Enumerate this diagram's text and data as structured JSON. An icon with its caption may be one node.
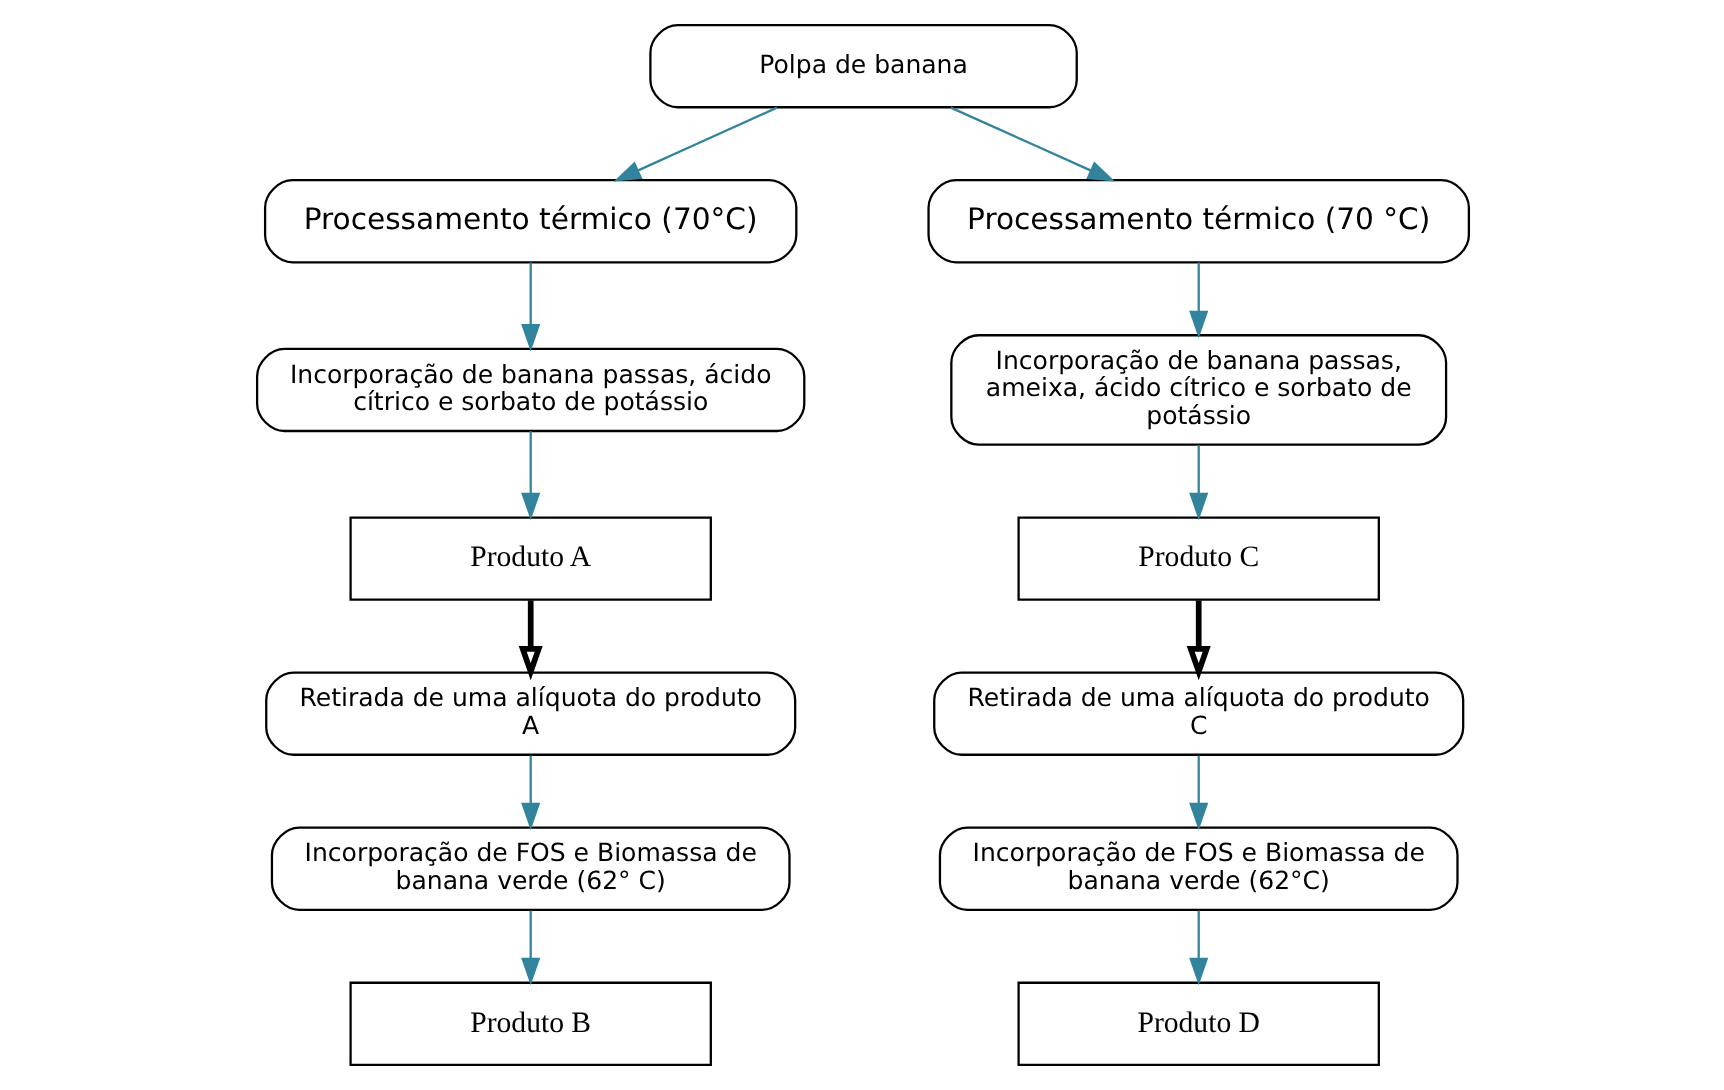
{
  "diagram": {
    "nodes": [
      {
        "text": [
          "Polpa de banana"
        ]
      },
      {
        "text": [
          "Processamento térmico (70°C)"
        ]
      },
      {
        "text": [
          "Processamento térmico (70 °C)"
        ]
      },
      {
        "text": [
          "Incorporação de banana passas, ácido cítrico e sorbato de potássio"
        ]
      },
      {
        "text": [
          "Incorporação de banana passas, ameixa, ácido cítrico e sorbato de potássio"
        ]
      },
      {
        "text": [
          "Produto A"
        ]
      },
      {
        "text": [
          "Produto C"
        ]
      },
      {
        "text": [
          "Retirada de uma alíquota do produto A"
        ]
      },
      {
        "text": [
          "Retirada de uma alíquota do produto C"
        ]
      },
      {
        "text": [
          "Incorporação de FOS e Biomassa de banana verde (62° C)"
        ]
      },
      {
        "text": [
          "Incorporação de FOS e Biomassa de banana verde (62°C)"
        ]
      },
      {
        "text": [
          "Produto B"
        ]
      },
      {
        "text": [
          "Produto D"
        ]
      }
    ],
    "edges": [
      {
        "from": 0,
        "to": 1,
        "arrow": "to"
      },
      {
        "from": 0,
        "to": 2,
        "arrow": "to"
      },
      {
        "from": 1,
        "to": 3,
        "arrow": "to"
      },
      {
        "from": 2,
        "to": 4,
        "arrow": "to"
      },
      {
        "from": 3,
        "to": 5,
        "arrow": "to"
      },
      {
        "from": 4,
        "to": 6,
        "arrow": "to"
      },
      {
        "from": 5,
        "to": 7,
        "arrow": "to",
        "style": "thick",
        "color": "#000000"
      },
      {
        "from": 6,
        "to": 8,
        "arrow": "to",
        "style": "thick",
        "color": "#000000"
      },
      {
        "from": 7,
        "to": 9,
        "arrow": "to"
      },
      {
        "from": 8,
        "to": 10,
        "arrow": "to"
      },
      {
        "from": 9,
        "to": 11,
        "arrow": "to"
      },
      {
        "from": 10,
        "to": 12,
        "arrow": "to"
      }
    ]
  }
}
